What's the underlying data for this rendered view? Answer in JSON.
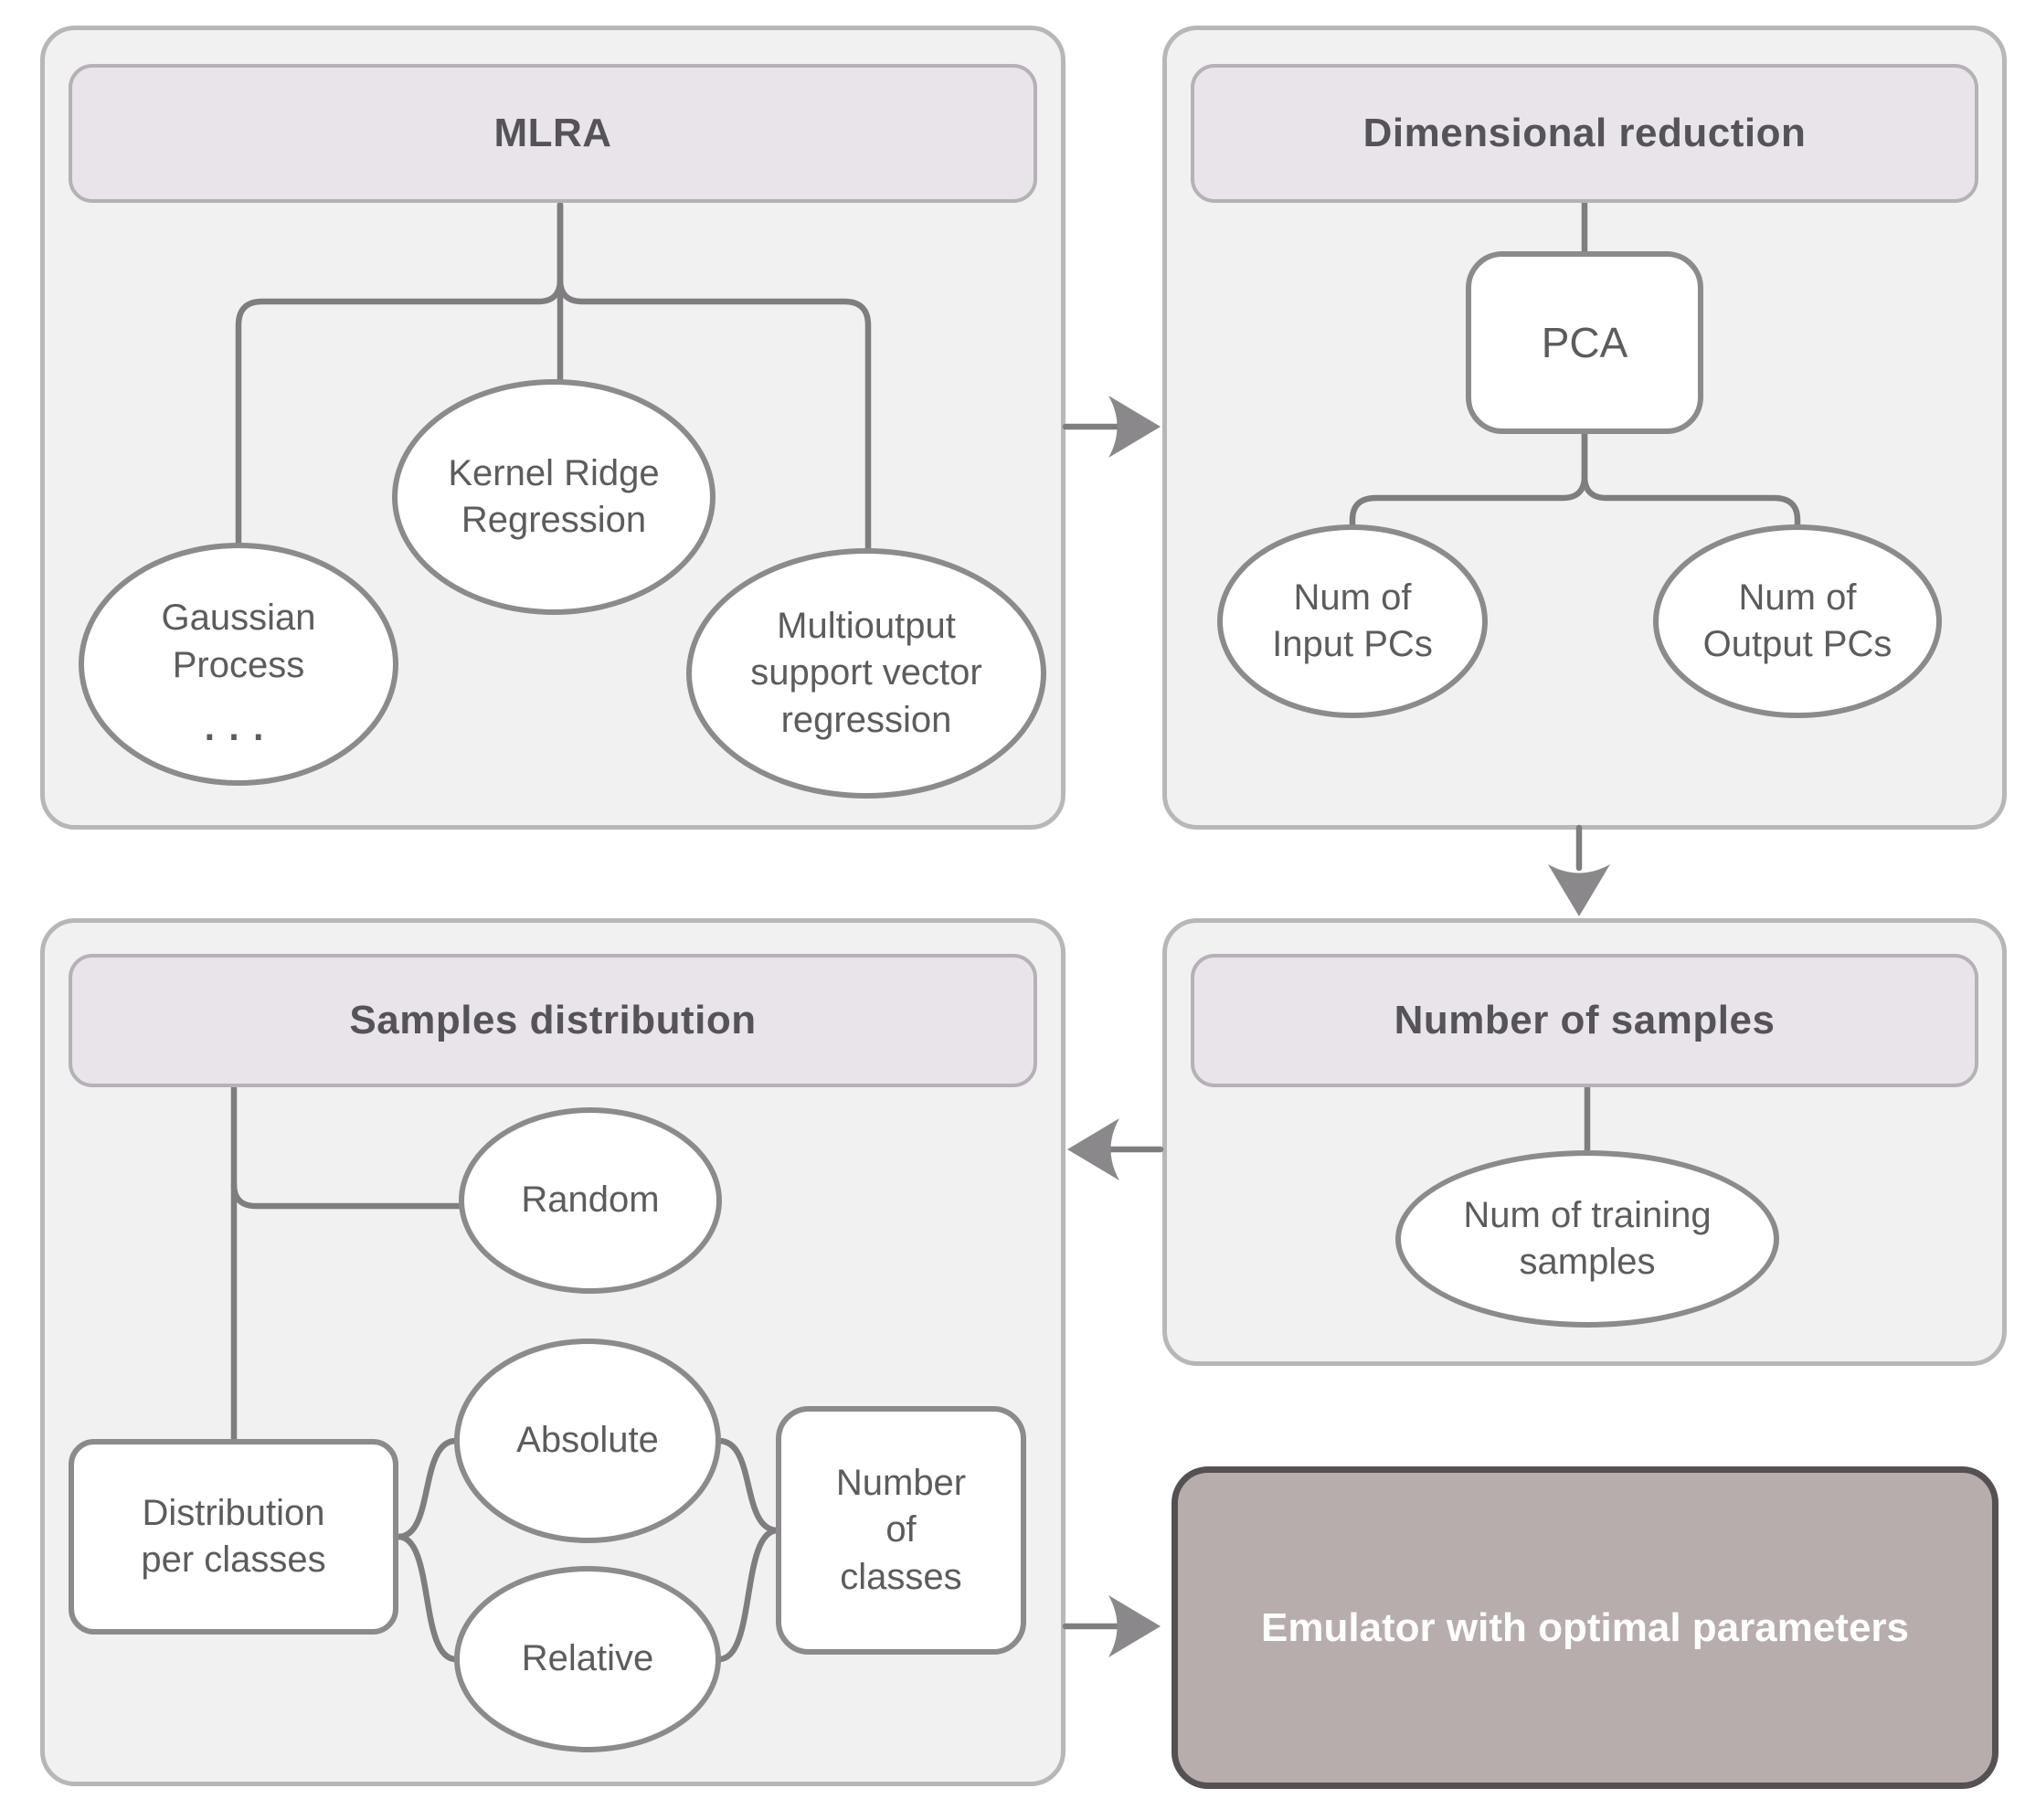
{
  "diagram": {
    "panels": {
      "mlra": {
        "title": "MLRA",
        "nodes": {
          "gaussian_process": "Gaussian\nProcess",
          "gaussian_more": "...",
          "kernel_ridge": "Kernel Ridge\nRegression",
          "multioutput_svr": "Multioutput\nsupport vector\nregression"
        }
      },
      "dimensional_reduction": {
        "title": "Dimensional reduction",
        "nodes": {
          "pca": "PCA",
          "num_input_pcs": "Num of\nInput PCs",
          "num_output_pcs": "Num of\nOutput PCs"
        }
      },
      "samples_distribution": {
        "title": "Samples distribution",
        "nodes": {
          "random": "Random",
          "absolute": "Absolute",
          "relative": "Relative",
          "distribution_per_classes": "Distribution\nper classes",
          "number_of_classes": "Number\nof\nclasses"
        }
      },
      "number_of_samples": {
        "title": "Number of samples",
        "nodes": {
          "num_training_samples": "Num of training\nsamples"
        }
      }
    },
    "result": {
      "emulator_label": "Emulator with optimal parameters"
    },
    "colors": {
      "panel_fill": "#f2f1f2",
      "panel_border": "#b9b6b9",
      "header_fill": "#e9e4e9",
      "header_border": "#b5b1b6",
      "node_fill": "#ffffff",
      "node_border": "#8c8a8c",
      "connector": "#7f7d7f",
      "text": "#5d5b5e",
      "emulator_fill": "#b7adac",
      "emulator_border": "#555052",
      "emulator_text": "#ffffff"
    }
  }
}
